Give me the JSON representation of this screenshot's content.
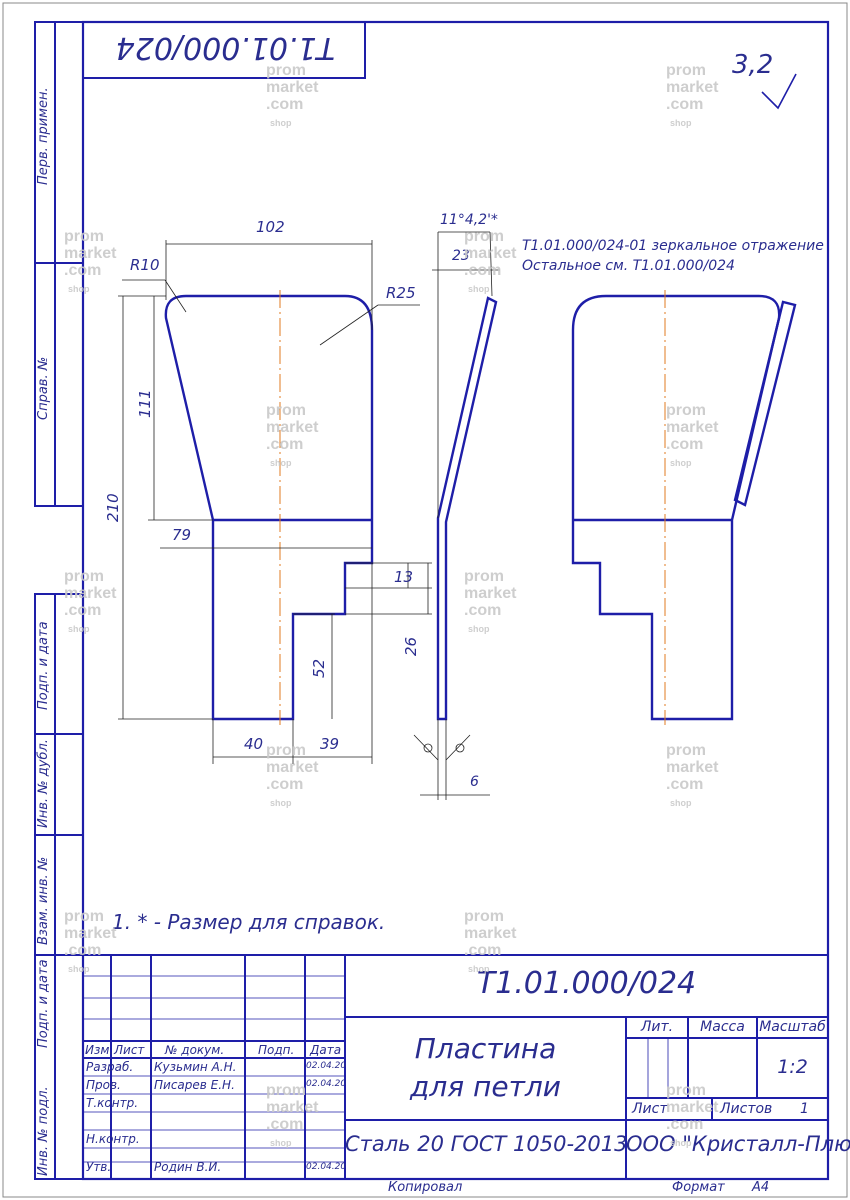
{
  "doc": {
    "code_top_rotated": "T1.01.000/024",
    "roughness": "3,2",
    "note_mirror": "T1.01.000/024-01 зеркальное отражение",
    "note_rest": "Остальное см. T1.01.000/024",
    "note_ref": "1. * - Размер для справок."
  },
  "dims": {
    "d102": "102",
    "r10": "R10",
    "r25": "R25",
    "d111": "111",
    "d210": "210",
    "d79": "79",
    "d13": "13",
    "d26": "26",
    "d52": "52",
    "d40": "40",
    "d39": "39",
    "angle": "11°4,2'*",
    "d23": "23",
    "d6": "6"
  },
  "side_labels": {
    "perv_primen": "Перв. примен.",
    "sprav_no": "Справ. №",
    "podp_data_1": "Подп. и дата",
    "inv_dubl": "Инв. № дубл.",
    "vzam_inv": "Взам. инв. №",
    "podp_data_2": "Подп. и дата",
    "inv_podl": "Инв. № подл."
  },
  "title_block": {
    "designation": "T1.01.000/024",
    "name_line1": "Пластина",
    "name_line2": "для петли",
    "material": "Сталь 20 ГОСТ 1050-2013",
    "company": "ООО \"Кристалл-Плюс\"",
    "lit": "Лит.",
    "massa": "Масса",
    "masshtab": "Масштаб",
    "scale": "1:2",
    "list": "Лист",
    "listov": "Листов",
    "listov_count": "1",
    "cols": {
      "izm": "Изм.",
      "list": "Лист",
      "n_dokum": "№ докум.",
      "podp": "Подп.",
      "data": "Дата"
    },
    "rows": [
      {
        "role": "Разраб.",
        "name": "Кузьмин А.Н.",
        "date": "02.04.20"
      },
      {
        "role": "Пров.",
        "name": "Писарев Е.Н.",
        "date": "02.04.20"
      },
      {
        "role": "Т.контр.",
        "name": "",
        "date": ""
      },
      {
        "role": "Н.контр.",
        "name": "",
        "date": ""
      },
      {
        "role": "Утв.",
        "name": "Родин В.И.",
        "date": "02.04.20"
      }
    ],
    "kopiroval": "Копировал",
    "format": "Формат",
    "format_val": "A4"
  },
  "watermark": {
    "l1": "prom",
    "l2": "market",
    "l3": ".com",
    "shop": "shop"
  },
  "colors": {
    "line": "#1e1ea8",
    "text": "#2a2d8f",
    "axis": "#e07b20"
  }
}
